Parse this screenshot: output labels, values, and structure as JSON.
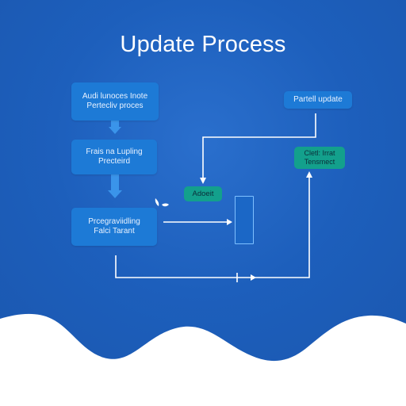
{
  "title": "Update Process",
  "nodes": {
    "top_left": [
      "Audi lunoces Inote",
      "Pertecliv proces"
    ],
    "mid_left": [
      "Frais na Lupling",
      "Precteird"
    ],
    "bottom_left": [
      "Prcegraviidling",
      "Falci Tarant"
    ],
    "partial_update": "Partell update",
    "adopt": "Adoeit",
    "right": [
      "Cletl: Irrat",
      "Tensmect"
    ]
  },
  "colors": {
    "background": "#1c5db8",
    "blue_node": "#1d7ad6",
    "green_node": "#13a08c",
    "lines": "#ffffff",
    "wave": "#ffffff"
  }
}
